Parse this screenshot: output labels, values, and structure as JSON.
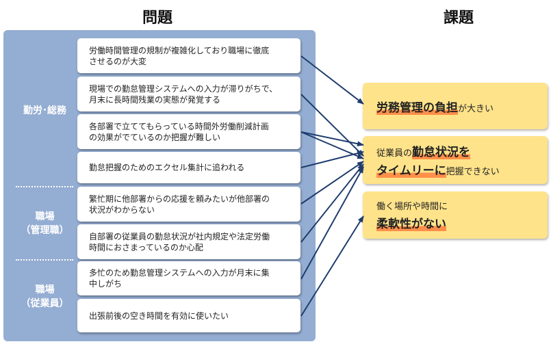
{
  "headings": {
    "left": "問題",
    "right": "課題"
  },
  "groups": [
    {
      "label": "勤労･総務"
    },
    {
      "line1": "職場",
      "line2": "（管理職）"
    },
    {
      "line1": "職場",
      "line2": "（従業員）"
    }
  ],
  "problems": [
    {
      "line1": "労働時間管理の規制が複雑化しており職場に徹底",
      "line2": "させるのが大変"
    },
    {
      "line1": "現場での勤怠管理システムへの入力が滞りがちで、",
      "line2": "月末に長時間残業の実態が発覚する"
    },
    {
      "line1": "各部署で立ててもらっている時間外労働削減計画",
      "line2": "の効果がでているのか把握が難しい"
    },
    {
      "line1": "勤怠把握のためのエクセル集計に追われる",
      "line2": ""
    },
    {
      "line1": "繁忙期に他部署からの応援を頼みたいが他部署の",
      "line2": "状況がわからない"
    },
    {
      "line1": "自部署の従業員の勤怠状況が社内規定や法定労働",
      "line2": "時間におさまっているのか心配"
    },
    {
      "line1": "多忙のため勤怠管理システムへの入力が月末に集",
      "line2": "中しがち"
    },
    {
      "line1": "出張前後の空き時間を有効に使いたい",
      "line2": ""
    }
  ],
  "issues": [
    {
      "bold": "労務管理の負担",
      "rest": "が大きい"
    },
    {
      "pre": "従業員の",
      "bold1": "勤怠状況を",
      "bold2": "タイムリーに",
      "rest": "把握できない"
    },
    {
      "line1": "働く場所や時間に",
      "bold": "柔軟性がない"
    }
  ],
  "arrows": [
    {
      "from": 0,
      "to": 0
    },
    {
      "from": 1,
      "to": 1
    },
    {
      "from": 2,
      "to": 0
    },
    {
      "from": 2,
      "to": 1
    },
    {
      "from": 3,
      "to": 0
    },
    {
      "from": 4,
      "to": 1
    },
    {
      "from": 5,
      "to": 1
    },
    {
      "from": 6,
      "to": 1
    },
    {
      "from": 7,
      "to": 2
    }
  ],
  "colors": {
    "panel": "#94add2",
    "issue_fill": "#ffe38a",
    "highlight": "#ff8f4a",
    "arrow": "#1f3c6e"
  }
}
